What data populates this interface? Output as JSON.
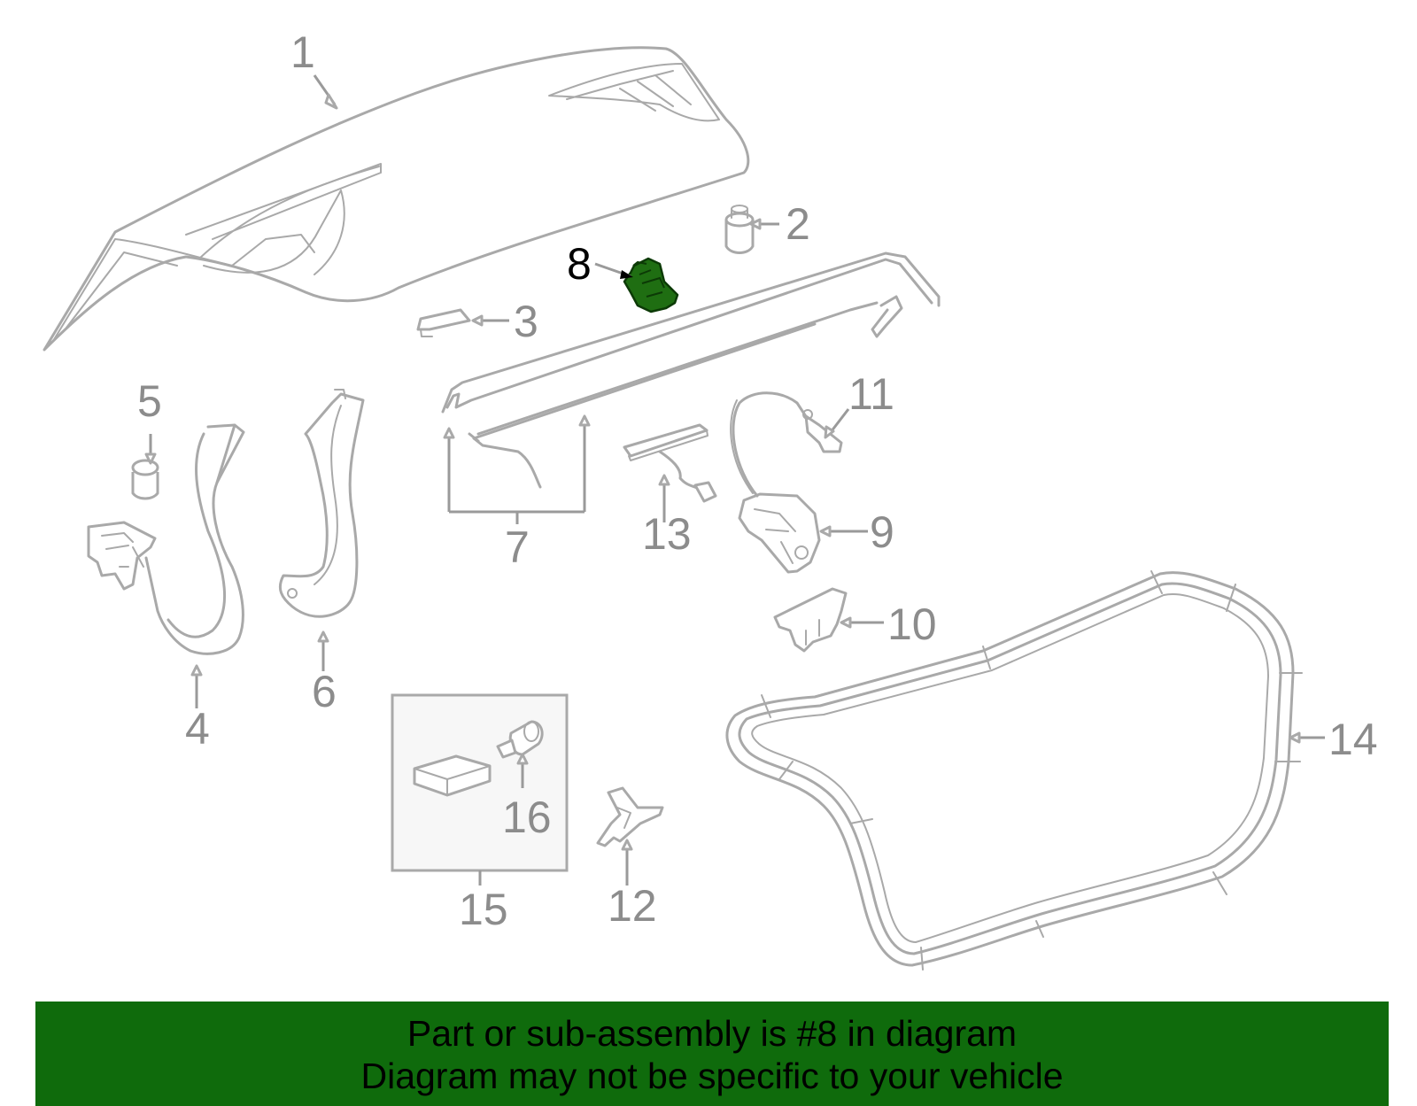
{
  "diagram": {
    "highlight_color": "#1f6e12",
    "line_color": "#a9a9a9",
    "callouts": [
      "1",
      "2",
      "3",
      "4",
      "5",
      "6",
      "7",
      "8",
      "9",
      "10",
      "11",
      "12",
      "13",
      "14",
      "15",
      "16"
    ],
    "highlighted_callout": "8"
  },
  "banner": {
    "line1": "Part or sub-assembly is #8 in diagram",
    "line2": "Diagram may not be specific to your vehicle",
    "background": "#0f6b0c"
  }
}
